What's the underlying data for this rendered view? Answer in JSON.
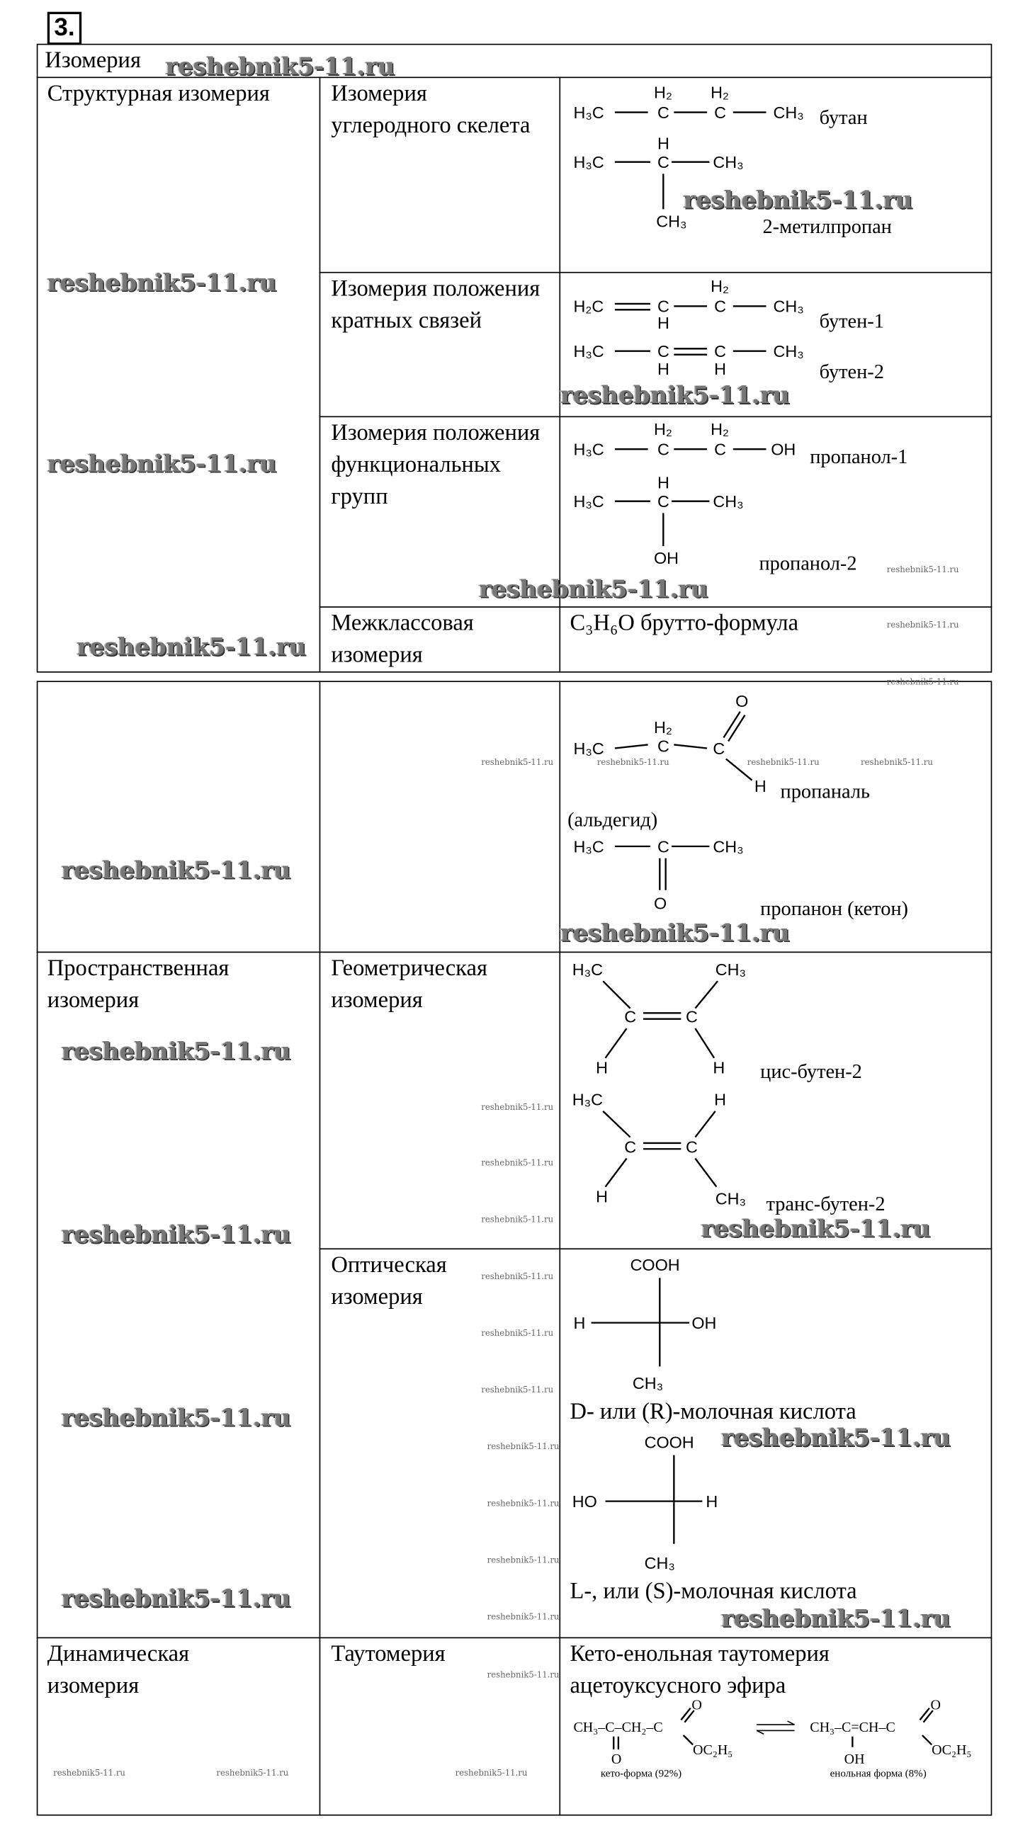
{
  "task_number": "3.",
  "header": "Изомерия",
  "watermark": "reshebnik5-11.ru",
  "rows": {
    "structural": {
      "label": "Структурная изомерия",
      "carbon": {
        "label": "Изомерия углеродного скелета",
        "butane": "бутан",
        "methylpropane": "2-метилпропан"
      },
      "multiple_bonds": {
        "label": "Изомерия положения кратных связей",
        "butene1": "бутен-1",
        "butene2": "бутен-2"
      },
      "functional": {
        "label": "Изомерия положения функциональных групп",
        "propanol1": "пропанол-1",
        "propanol2": "пропанол-2"
      },
      "interclass": {
        "label": "Межклассовая изомерия",
        "formula": "C₃H₆O брутто-формула",
        "propanal": "пропаналь",
        "aldehyde": "(альдегид)",
        "propanone": "пропанон (кетон)"
      }
    },
    "spatial": {
      "label": "Пространственная изомерия",
      "geometric": {
        "label": "Геометрическая изомерия",
        "cis": "цис-бутен-2",
        "trans": "транс-бутен-2"
      },
      "optical": {
        "label": "Оптическая изомерия",
        "d_form": "D- или (R)-молочная кислота",
        "l_form": "L-, или (S)-молочная кислота"
      }
    },
    "dynamic": {
      "label": "Динамическая изомерия",
      "tautomerism": {
        "label": "Таутомерия",
        "title": "Кето-енольная таутомерия ацетоуксусного эфира",
        "keto_formula": "CH₃–C–CH₂–C",
        "enol_formula": "CH₃–C=CH–C",
        "keto_label": "кето-форма (92%)",
        "enol_label": "енольная форма (8%)"
      }
    }
  },
  "atoms": {
    "h3c": "H₃C",
    "ch3": "CH₃",
    "h2c": "H₂C",
    "c": "C",
    "h": "H",
    "h2": "H₂",
    "oh": "OH",
    "ho": "HO",
    "o": "O",
    "cooh": "COOH",
    "oc2h5": "OC₂H₅"
  }
}
